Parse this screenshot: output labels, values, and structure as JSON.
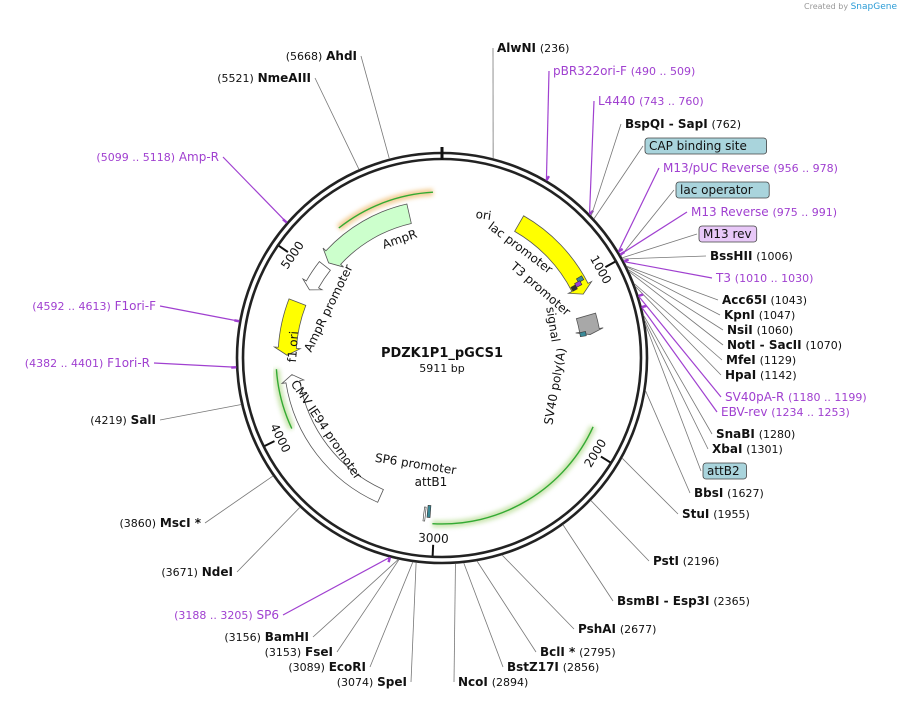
{
  "credit": {
    "prefix": "Created by",
    "brand": "SnapGene"
  },
  "plasmid": {
    "name": "PDZK1P1_pGCS1",
    "length_label": "5911 bp",
    "length": 5911
  },
  "ticks": [
    {
      "bp": 1000,
      "label": "1000"
    },
    {
      "bp": 2000,
      "label": "2000"
    },
    {
      "bp": 3000,
      "label": "3000"
    },
    {
      "bp": 4000,
      "label": "4000"
    },
    {
      "bp": 5000,
      "label": "5000"
    }
  ],
  "features": [
    {
      "name": "ori",
      "start": 490,
      "end": 1078,
      "dir": 1,
      "color": "#ffff00",
      "track": "in1"
    },
    {
      "name": "AmpR",
      "start": 5090,
      "end": 5700,
      "dir": -1,
      "color": "#ccffcc",
      "track": "in1"
    },
    {
      "name": "AmpR promoter",
      "start": 4880,
      "end": 5060,
      "dir": -1,
      "color": "#ffffff",
      "track": "in1"
    },
    {
      "name": "f1 ori",
      "start": 4450,
      "end": 4780,
      "dir": -1,
      "color": "#ffff00",
      "track": "in1"
    },
    {
      "name": "CMV IE94 promoter",
      "start": 3350,
      "end": 4330,
      "dir": 1,
      "color": "#ffffff",
      "track": "in1"
    },
    {
      "name": "SV40 poly(A) signal",
      "start": 1210,
      "end": 1330,
      "dir": 1,
      "color": "#a8a8a8",
      "track": "in1"
    }
  ],
  "segments": [
    {
      "start": 5280,
      "end": 5860,
      "dir": 1,
      "color": "#e8a540"
    },
    {
      "start": 4020,
      "end": 4370,
      "dir": 1,
      "color": "#a0d070"
    },
    {
      "start": 1880,
      "end": 3010,
      "dir": 1,
      "color": "#a0d070"
    }
  ],
  "feature_labels": [
    {
      "text": "lac promoter",
      "rot": 37
    },
    {
      "text": "T3 promoter",
      "rot": 41
    },
    {
      "text": "signal",
      "rot": 81
    },
    {
      "text": "SP6 promoter",
      "rot": 9
    },
    {
      "text": "attB1",
      "rot": 0
    }
  ],
  "sites": [
    {
      "name": "AlwNI",
      "pos": "(236)",
      "bp": 236,
      "type": "enzyme",
      "pos_first": false
    },
    {
      "name": "pBR322ori-F",
      "pos": "(490 .. 509)",
      "bp": 500,
      "type": "primer",
      "pos_first": false
    },
    {
      "name": "L4440",
      "pos": "(743 .. 760)",
      "bp": 751,
      "type": "primer",
      "pos_first": false
    },
    {
      "name": "BspQI - SapI",
      "pos": "(762)",
      "bp": 762,
      "type": "enzyme",
      "pos_first": false
    },
    {
      "name": "CAP binding site",
      "pos": "",
      "bp": 780,
      "type": "boxed",
      "pos_first": false
    },
    {
      "name": "M13/pUC Reverse",
      "pos": "(956 .. 978)",
      "bp": 967,
      "type": "primer",
      "pos_first": false
    },
    {
      "name": "lac operator",
      "pos": "",
      "bp": 990,
      "type": "boxed",
      "pos_first": false
    },
    {
      "name": "M13 Reverse",
      "pos": "(975 .. 991)",
      "bp": 983,
      "type": "primer",
      "pos_first": false
    },
    {
      "name": "M13 rev",
      "pos": "",
      "bp": 1000,
      "type": "boxed-primer",
      "pos_first": false
    },
    {
      "name": "BssHII",
      "pos": "(1006)",
      "bp": 1006,
      "type": "enzyme",
      "pos_first": false
    },
    {
      "name": "T3",
      "pos": "(1010 .. 1030)",
      "bp": 1020,
      "type": "primer",
      "pos_first": false
    },
    {
      "name": "Acc65I",
      "pos": "(1043)",
      "bp": 1043,
      "type": "enzyme",
      "pos_first": false
    },
    {
      "name": "KpnI",
      "pos": "(1047)",
      "bp": 1047,
      "type": "enzyme",
      "pos_first": false
    },
    {
      "name": "NsiI",
      "pos": "(1060)",
      "bp": 1060,
      "type": "enzyme",
      "pos_first": false
    },
    {
      "name": "NotI - SacII",
      "pos": "(1070)",
      "bp": 1070,
      "type": "enzyme",
      "pos_first": false
    },
    {
      "name": "MfeI",
      "pos": "(1129)",
      "bp": 1129,
      "type": "enzyme",
      "pos_first": false
    },
    {
      "name": "HpaI",
      "pos": "(1142)",
      "bp": 1142,
      "type": "enzyme",
      "pos_first": false
    },
    {
      "name": "SV40pA-R",
      "pos": "(1180 .. 1199)",
      "bp": 1190,
      "type": "primer",
      "pos_first": false
    },
    {
      "name": "EBV-rev",
      "pos": "(1234 .. 1253)",
      "bp": 1243,
      "type": "primer",
      "pos_first": false
    },
    {
      "name": "SnaBI",
      "pos": "(1280)",
      "bp": 1280,
      "type": "enzyme",
      "pos_first": false
    },
    {
      "name": "XbaI",
      "pos": "(1301)",
      "bp": 1301,
      "type": "enzyme",
      "pos_first": false
    },
    {
      "name": "attB2",
      "pos": "",
      "bp": 1320,
      "type": "boxed",
      "pos_first": false
    },
    {
      "name": "BbsI",
      "pos": "(1627)",
      "bp": 1627,
      "type": "enzyme",
      "pos_first": false
    },
    {
      "name": "StuI",
      "pos": "(1955)",
      "bp": 1955,
      "type": "enzyme",
      "pos_first": false
    },
    {
      "name": "PstI",
      "pos": "(2196)",
      "bp": 2196,
      "type": "enzyme",
      "pos_first": false
    },
    {
      "name": "BsmBI - Esp3I",
      "pos": "(2365)",
      "bp": 2365,
      "type": "enzyme",
      "pos_first": false
    },
    {
      "name": "PshAI",
      "pos": "(2677)",
      "bp": 2677,
      "type": "enzyme",
      "pos_first": false
    },
    {
      "name": "BclI *",
      "pos": "(2795)",
      "bp": 2795,
      "type": "enzyme",
      "pos_first": false
    },
    {
      "name": "BstZ17I",
      "pos": "(2856)",
      "bp": 2856,
      "type": "enzyme",
      "pos_first": false
    },
    {
      "name": "NcoI",
      "pos": "(2894)",
      "bp": 2894,
      "type": "enzyme",
      "pos_first": false
    },
    {
      "name": "SpeI",
      "pos": "(3074)",
      "bp": 3074,
      "type": "enzyme",
      "pos_first": true
    },
    {
      "name": "EcoRI",
      "pos": "(3089)",
      "bp": 3089,
      "type": "enzyme",
      "pos_first": true
    },
    {
      "name": "FseI",
      "pos": "(3153)",
      "bp": 3153,
      "type": "enzyme",
      "pos_first": true
    },
    {
      "name": "BamHI",
      "pos": "(3156)",
      "bp": 3156,
      "type": "enzyme",
      "pos_first": true
    },
    {
      "name": "SP6",
      "pos": "(3188 .. 3205)",
      "bp": 3196,
      "type": "primer",
      "pos_first": true
    },
    {
      "name": "NdeI",
      "pos": "(3671)",
      "bp": 3671,
      "type": "enzyme",
      "pos_first": true
    },
    {
      "name": "MscI *",
      "pos": "(3860)",
      "bp": 3860,
      "type": "enzyme",
      "pos_first": true
    },
    {
      "name": "SalI",
      "pos": "(4219)",
      "bp": 4219,
      "type": "enzyme",
      "pos_first": true
    },
    {
      "name": "F1ori-R",
      "pos": "(4382 .. 4401)",
      "bp": 4391,
      "type": "primer",
      "pos_first": true
    },
    {
      "name": "F1ori-F",
      "pos": "(4592 .. 4613)",
      "bp": 4602,
      "type": "primer",
      "pos_first": true
    },
    {
      "name": "Amp-R",
      "pos": "(5099 .. 5118)",
      "bp": 5108,
      "type": "primer",
      "pos_first": true
    },
    {
      "name": "NmeAIII",
      "pos": "(5521)",
      "bp": 5521,
      "type": "enzyme",
      "pos_first": true
    },
    {
      "name": "AhdI",
      "pos": "(5668)",
      "bp": 5668,
      "type": "enzyme",
      "pos_first": true
    }
  ],
  "colors": {
    "primer": "#a040d0",
    "box_fill": "#a9d4dc",
    "box_primer_fill": "#e8c8f8",
    "backbone": "#222222"
  }
}
